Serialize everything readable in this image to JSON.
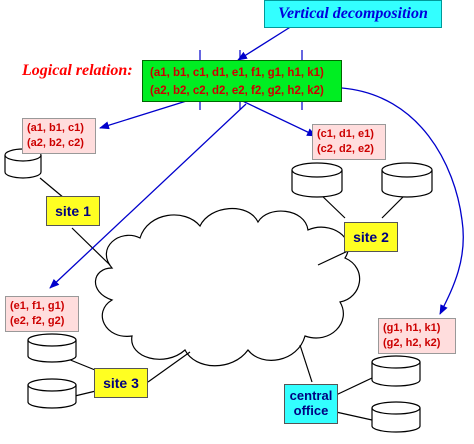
{
  "title": "Vertical decomposition",
  "relation_label": "Logical relation:",
  "relation_rows": [
    "(a1, b1, c1, d1, e1, f1, g1, h1, k1)",
    "(a2, b2, c2, d2, e2, f2, g2, h2, k2)"
  ],
  "fragments": {
    "site1": [
      "(a1, b1, c1)",
      "(a2, b2, c2)"
    ],
    "site2": [
      "(c1, d1, e1)",
      "(c2, d2, e2)"
    ],
    "site3": [
      "(e1, f1, g1)",
      "(e2, f2, g2)"
    ],
    "central": [
      "(g1, h1, k1)",
      "(g2, h2, k2)"
    ]
  },
  "sites": {
    "site1": "site 1",
    "site2": "site 2",
    "site3": "site 3",
    "central": [
      "central",
      "office"
    ]
  },
  "colors": {
    "arrow": "#0000cc",
    "relation_bg": "#00ee22",
    "site_bg": "#ffff22",
    "central_bg": "#33ffff",
    "fragment_bg": "#ffdddd"
  }
}
